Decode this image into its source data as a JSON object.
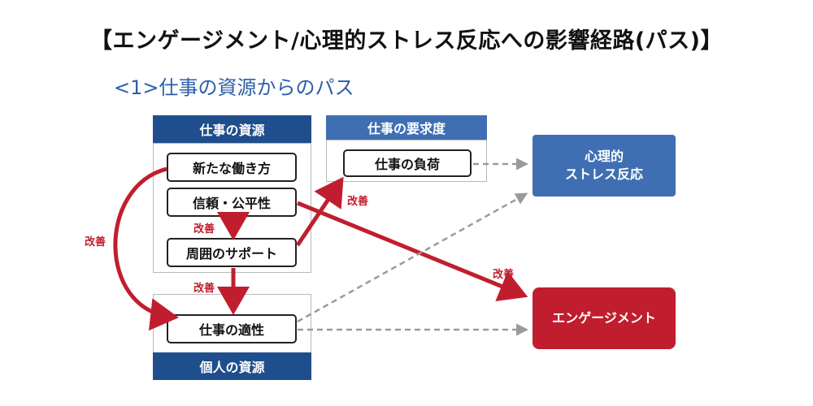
{
  "title": "【エンゲージメント/心理的ストレス反応への影響経路(パス)】",
  "subtitle": "<1>仕事の資源からのパス",
  "groups": {
    "job_resources": "仕事の資源",
    "job_demands": "仕事の要求度",
    "personal_resources": "個人の資源"
  },
  "nodes": {
    "new_work_style": "新たな働き方",
    "trust_fairness": "信頼・公平性",
    "surrounding_support": "周囲のサポート",
    "workload": "仕事の負荷",
    "job_fit": "仕事の適性"
  },
  "outcomes": {
    "stress_reaction": "心理的\nストレス反応",
    "engagement": "エンゲージメント"
  },
  "edge_labels": {
    "improve": "改善"
  },
  "colors": {
    "dark_blue": "#1f4e8c",
    "mid_blue": "#3f6fb2",
    "red": "#c01e2e",
    "gray_dashed": "#9a9a9a"
  }
}
